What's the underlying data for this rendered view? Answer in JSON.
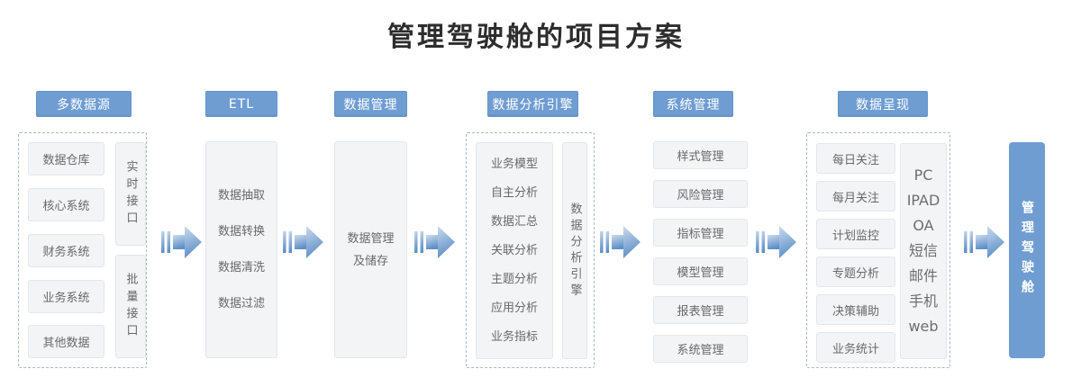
{
  "title": "管理驾驶舱的项目方案",
  "colors": {
    "accent_blue": "#6f9dd2",
    "arrow_gradient_light": "#ccdbed",
    "arrow_gradient_dark": "#5e8fc8",
    "node_bg": "#f3f4f6",
    "node_border": "#e3e6ea",
    "node_text": "#696969",
    "dashed_border": "#aab8c8",
    "title_color": "#2d2d2d"
  },
  "icons": {
    "flow_arrow": "striped-right-arrow"
  },
  "columns": [
    {
      "header": "多数据源",
      "items": [
        "数据仓库",
        "核心系统",
        "财务系统",
        "业务系统",
        "其他数据"
      ],
      "side_items": [
        "实时接口",
        "批量接口"
      ]
    },
    {
      "header": "ETL",
      "lines": [
        "数据抽取",
        "数据转换",
        "数据清洗",
        "数据过滤"
      ]
    },
    {
      "header": "数据管理",
      "lines": [
        "数据管理",
        "及储存"
      ]
    },
    {
      "header": "数据分析引擎",
      "lines": [
        "业务模型",
        "自主分析",
        "数据汇总",
        "关联分析",
        "主题分析",
        "应用分析",
        "业务指标"
      ],
      "side_vertical": "数据分析引擎"
    },
    {
      "header": "系统管理",
      "items": [
        "样式管理",
        "风险管理",
        "指标管理",
        "模型管理",
        "报表管理",
        "系统管理"
      ]
    },
    {
      "header": "数据呈现",
      "items": [
        "每日关注",
        "每月关注",
        "计划监控",
        "专题分析",
        "决策辅助",
        "业务统计"
      ],
      "side_list": [
        "PC",
        "IPAD",
        "OA",
        "短信",
        "邮件",
        "手机",
        "web"
      ]
    }
  ],
  "final_label": "管理驾驶舱"
}
